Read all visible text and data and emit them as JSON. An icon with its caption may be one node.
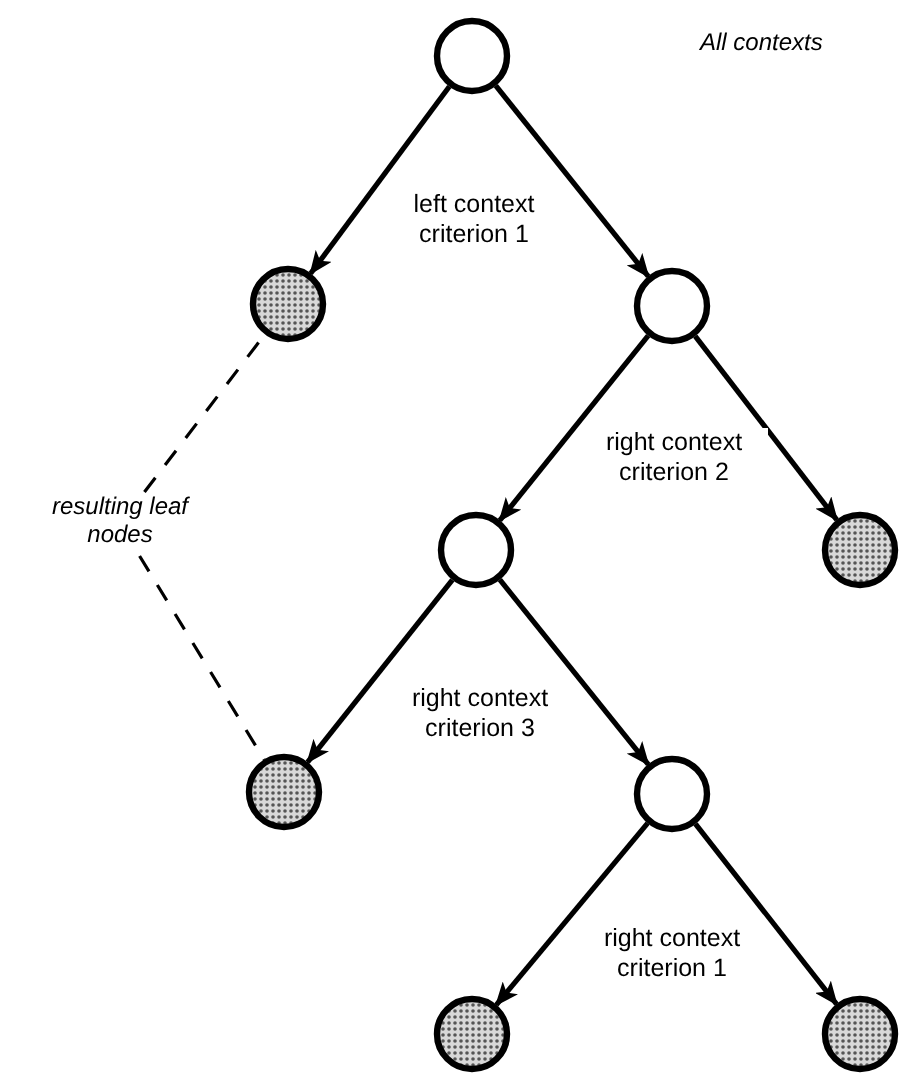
{
  "diagram": {
    "nodes": [
      {
        "text": [],
        "shape": "circle"
      },
      {
        "text": [],
        "shape": "circle"
      },
      {
        "text": [],
        "shape": "circle"
      },
      {
        "text": [],
        "shape": "circle"
      },
      {
        "text": [],
        "shape": "circle"
      },
      {
        "text": [],
        "shape": "circle"
      },
      {
        "text": [],
        "shape": "circle"
      },
      {
        "text": [],
        "shape": "circle"
      },
      {
        "text": [],
        "shape": "circle"
      },
      {
        "text": [
          "resulting leaf nodes"
        ]
      }
    ],
    "edges": [
      {
        "from": 0,
        "to": 1,
        "arrow": "to",
        "label": "left context criterion 1"
      },
      {
        "from": 0,
        "to": 2,
        "arrow": "to"
      },
      {
        "from": 2,
        "to": 3,
        "arrow": "to",
        "label": "right context criterion 2"
      },
      {
        "from": 2,
        "to": 4,
        "arrow": "to"
      },
      {
        "from": 3,
        "to": 5,
        "arrow": "to",
        "label": "right context criterion 3"
      },
      {
        "from": 3,
        "to": 6,
        "arrow": "to"
      },
      {
        "from": 6,
        "to": 7,
        "arrow": "to",
        "label": "right context criterion 1"
      },
      {
        "from": 6,
        "to": 8,
        "arrow": "to"
      },
      {
        "from": 9,
        "to": 1,
        "arrow": "none",
        "style": "dashed"
      },
      {
        "from": 9,
        "to": 5,
        "arrow": "none",
        "style": "dashed"
      }
    ],
    "labels": [
      "All contexts"
    ]
  }
}
